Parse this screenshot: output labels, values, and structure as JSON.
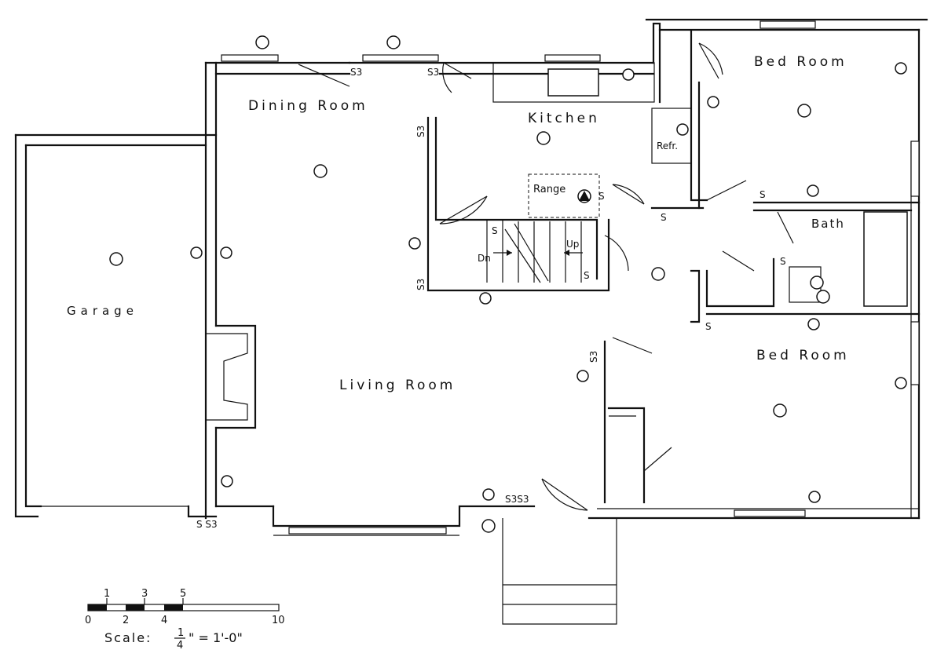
{
  "rooms": {
    "dining": "Dining Room",
    "kitchen": "Kitchen",
    "bed1": "Bed Room",
    "bed2": "Bed Room",
    "bath": "Bath",
    "living": "Living Room",
    "garage": "Garage"
  },
  "fixtures": {
    "refr": "Refr.",
    "range": "Range",
    "stair_dn": "Dn",
    "stair_up": "Up"
  },
  "switches": {
    "s": "S",
    "s3": "S3",
    "ss3": "S S3",
    "s3s3": "S3S3"
  },
  "scale": {
    "label": "Scale:",
    "ratio_num": "1",
    "ratio_den": "4",
    "ratio_rest": "\" = 1'-0\"",
    "ticks_top": [
      "1",
      "3",
      "5"
    ],
    "ticks_bottom": [
      "0",
      "2",
      "4",
      "10"
    ]
  }
}
